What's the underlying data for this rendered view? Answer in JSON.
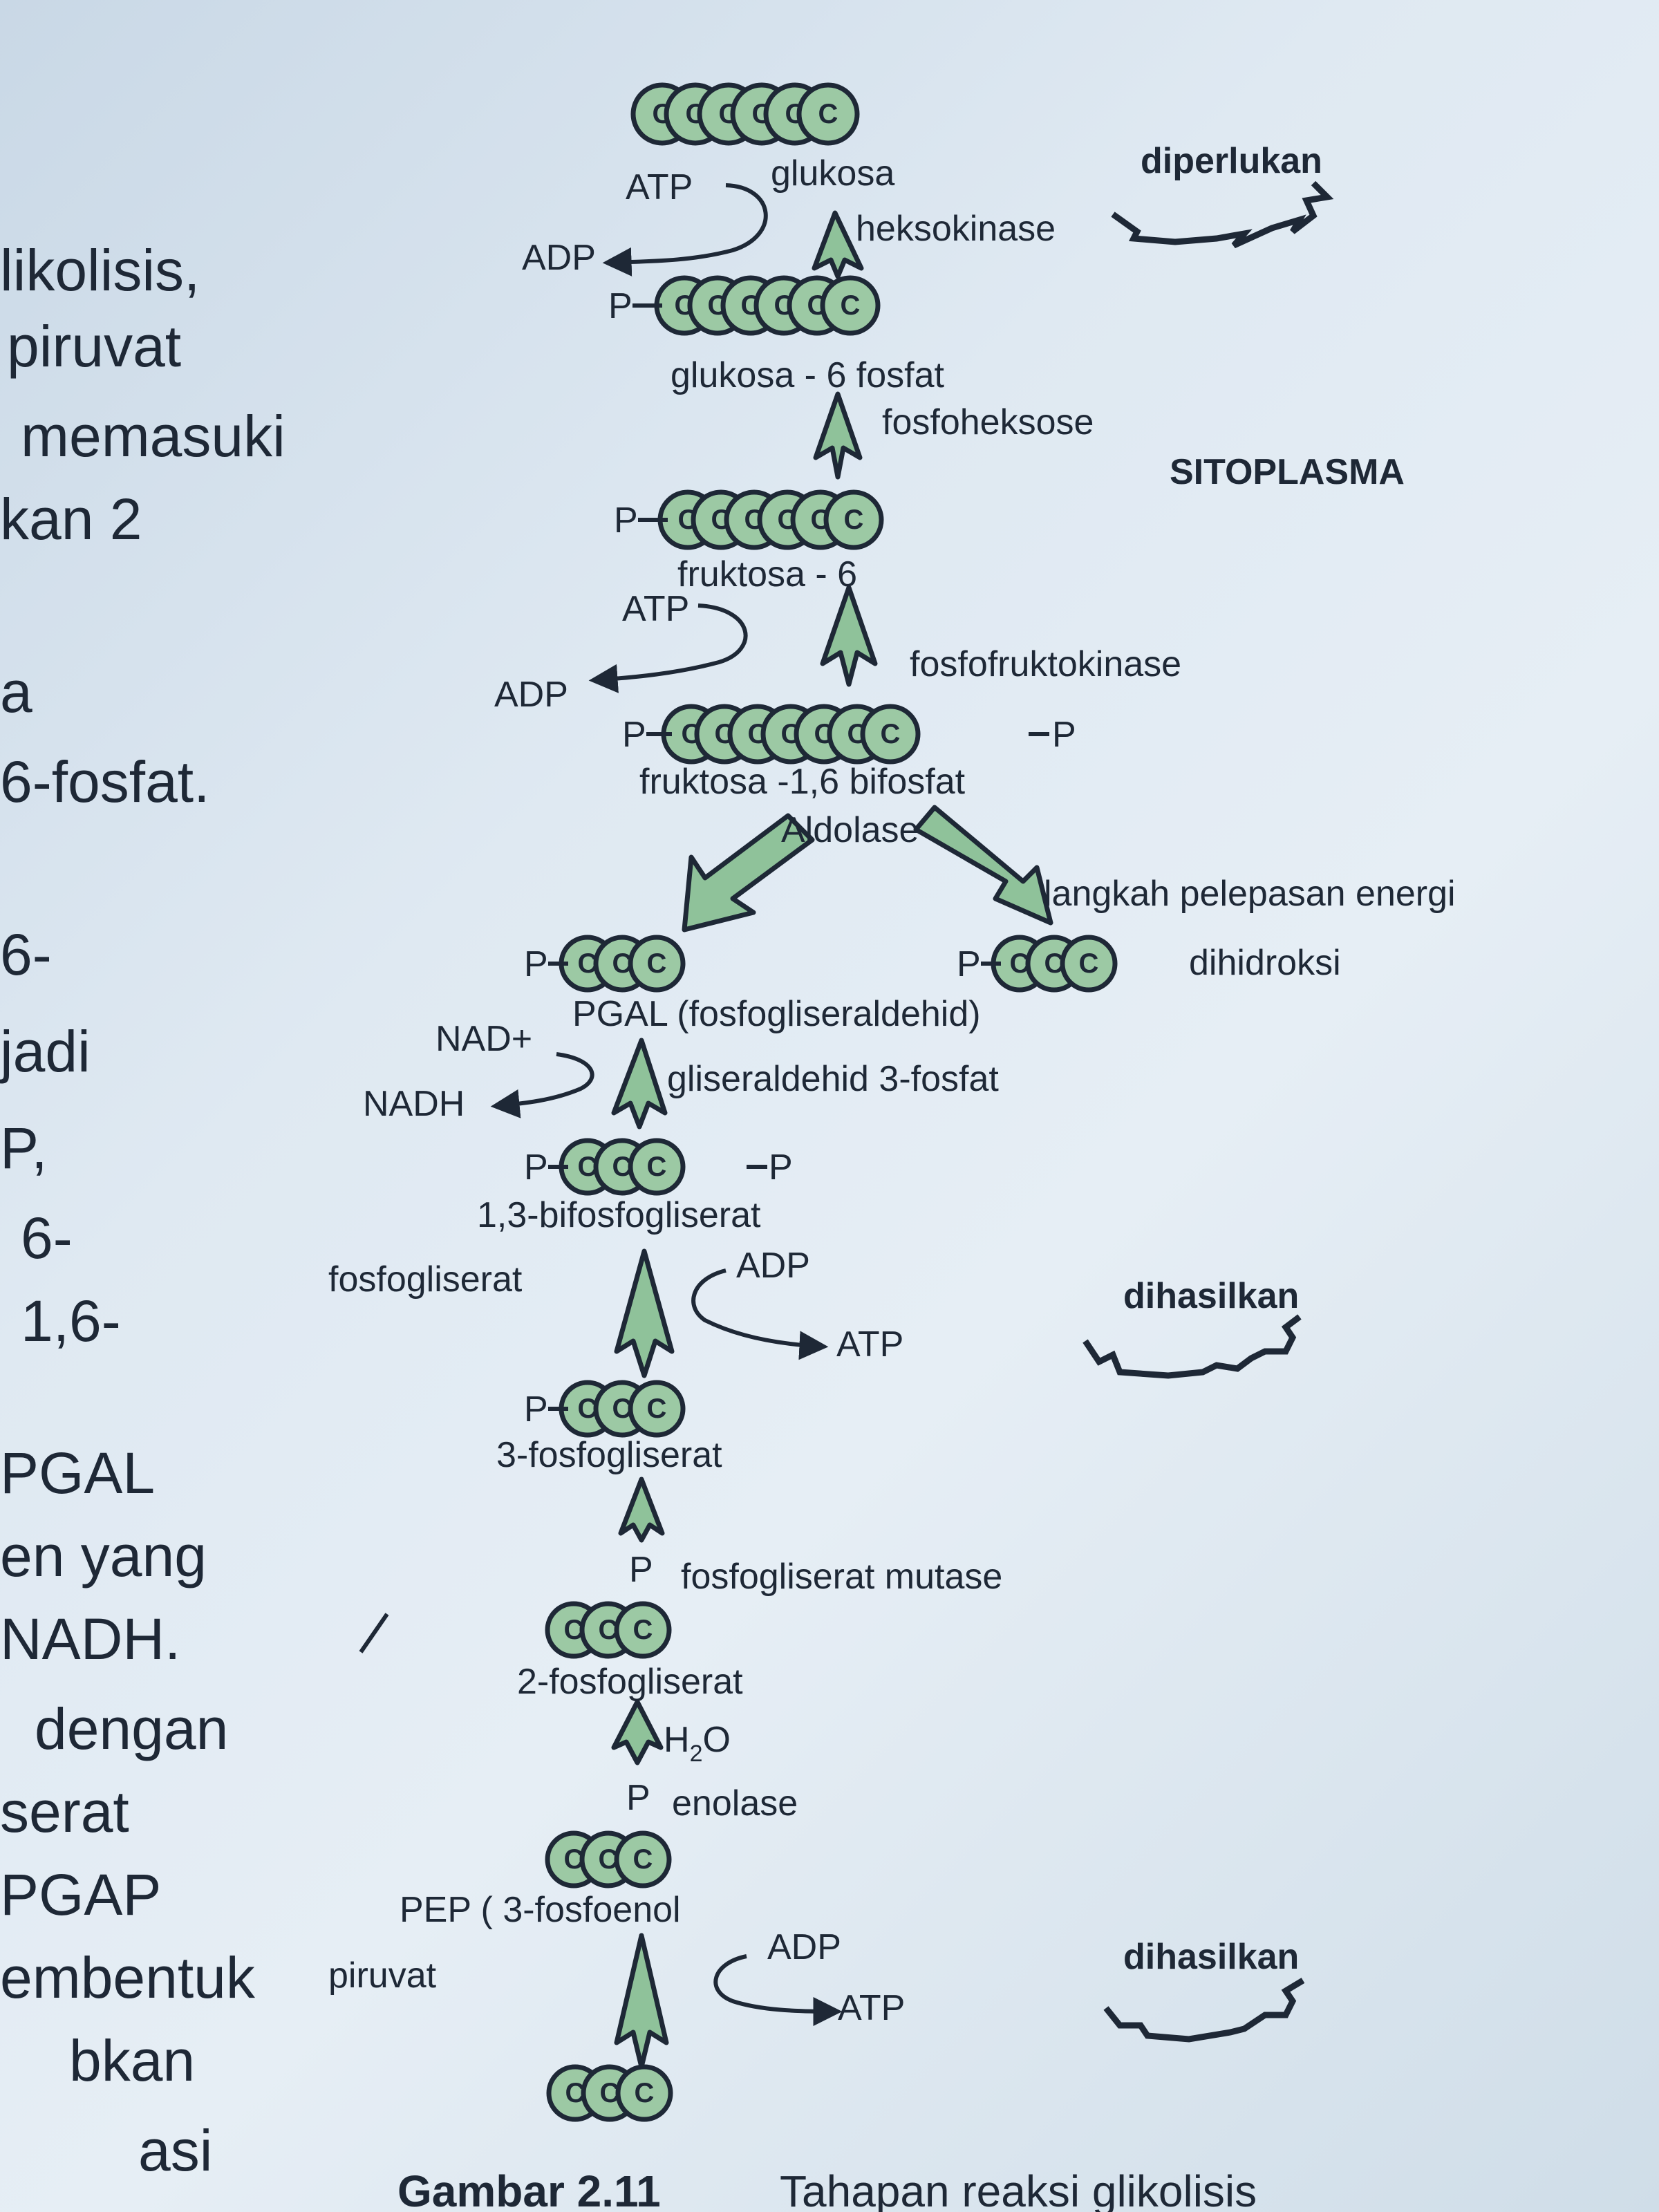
{
  "side_text": [
    "likolisis,",
    "piruvat",
    "memasuki",
    "kan 2",
    "a",
    "6-fosfat.",
    "6-",
    "jadi",
    "P,",
    "6-",
    "1,6-",
    "PGAL",
    "en yang",
    "NADH.",
    "dengan",
    "serat",
    "PGAP",
    "embentuk",
    "bkan",
    "asi"
  ],
  "molecules": {
    "glucose": "glukosa",
    "g6p": "glukosa - 6 fosfat",
    "f6p": "fruktosa - 6",
    "f16bp": "fruktosa -1,6 bifosfat",
    "pgal": "PGAL (fosfogliseraldehid)",
    "bpg13": "1,3-bifosfogliserat",
    "pg3": "3-fosfogliserat",
    "pg2": "2-fosfogliserat",
    "pep": "PEP ( 3-fosfoenol",
    "pyruvate": "piruvat",
    "dhap": "dihidroksi"
  },
  "enzymes": {
    "hexokinase": "heksokinase",
    "isomerase": "fosfoheksose",
    "pfk": "fosfofruktokinase",
    "aldolase": "Aldolase",
    "g3p_dh": "gliseraldehid 3-fosfat",
    "pgk": "fosfogliserat",
    "mutase": "fosfogliserat mutase",
    "enolase": "enolase"
  },
  "cofactors": {
    "atp": "ATP",
    "adp": "ADP",
    "nad": "NAD+",
    "nadh": "NADH",
    "water_h": "H",
    "water_sub": "2",
    "water_o": "O",
    "phosphate": "P"
  },
  "annotations": {
    "required": "diperlukan",
    "cytoplasm": "SITOPLASMA",
    "energy_release": "langkah pelepasan energi",
    "produced_1": "dihasilkan",
    "produced_2": "dihasilkan"
  },
  "carbon_letter": "C",
  "caption": {
    "number": "Gambar 2.11",
    "title": "Tahapan reaksi glikolisis"
  },
  "colors": {
    "carbon_fill": "#9cc9a4",
    "arrow_fill": "#8fc29a",
    "ink": "#1e2836"
  }
}
